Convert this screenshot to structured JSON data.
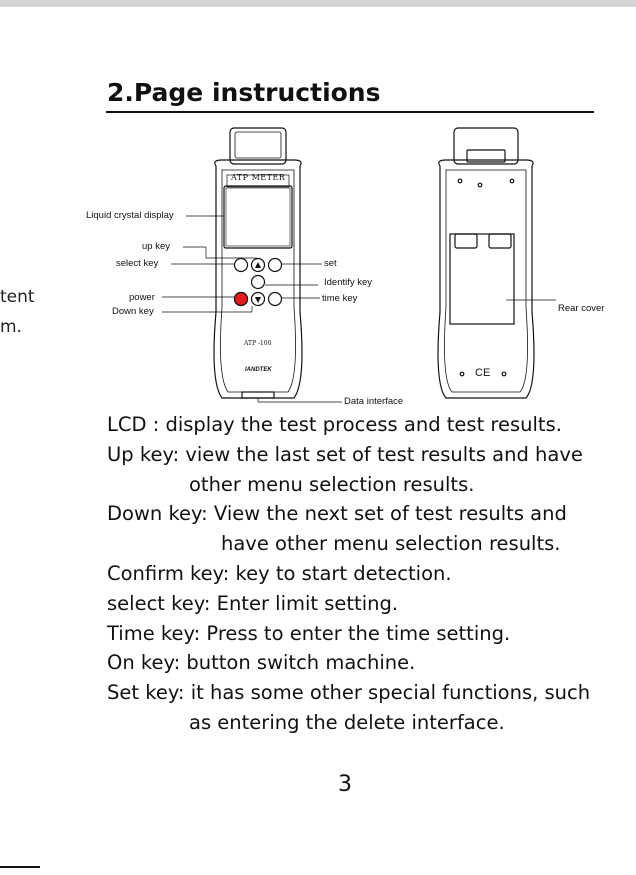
{
  "edge_text": [
    "tent",
    "m."
  ],
  "title": "2.Page instructions",
  "figure": {
    "device_brand": "ATP METER",
    "device_model": "ATP -100",
    "device_logo": "IANDTEK",
    "rear_mark": "CE",
    "labels": {
      "lcd": "Liquid crystal display",
      "up": "up key",
      "select": "select key",
      "set": "set",
      "identify": "Identify key",
      "power": "power",
      "time": "time key",
      "down": "Down key",
      "data": "Data interface",
      "rear": "Rear cover"
    }
  },
  "lines": [
    "LCD : display the test process and test results.",
    "Up key: view the last set of test results and have",
    "other menu selection results.",
    "Down key: View the next set of test results and",
    "have other menu selection results.",
    "Confirm key: key to start detection.",
    "select key: Enter limit setting.",
    "Time key: Press to enter the time setting.",
    "On key: button switch machine.",
    "Set key: it has some other special functions, such",
    "as entering the delete interface."
  ],
  "page_number": "3",
  "colors": {
    "power_button": "#e11b1b"
  }
}
